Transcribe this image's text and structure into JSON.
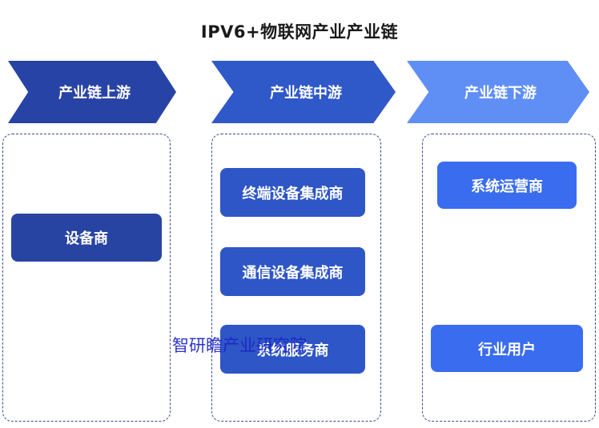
{
  "title": "IPV6+物联网产业产业链",
  "stages": {
    "upstream": "产业链上游",
    "midstream": "产业链中游",
    "downstream": "产业链下游"
  },
  "upstream_items": [
    "设备商"
  ],
  "midstream_items": [
    "终端设备集成商",
    "通信设备集成商",
    "系统服务商"
  ],
  "downstream_items": [
    "系统运营商",
    "行业用户"
  ],
  "watermark": "智研瞻产业研究院",
  "colors": {
    "upstream": "#2843a6",
    "midstream": "#2f58c9",
    "downstream": "#5f8ff5",
    "box_downstream": "#3a6cf0"
  }
}
